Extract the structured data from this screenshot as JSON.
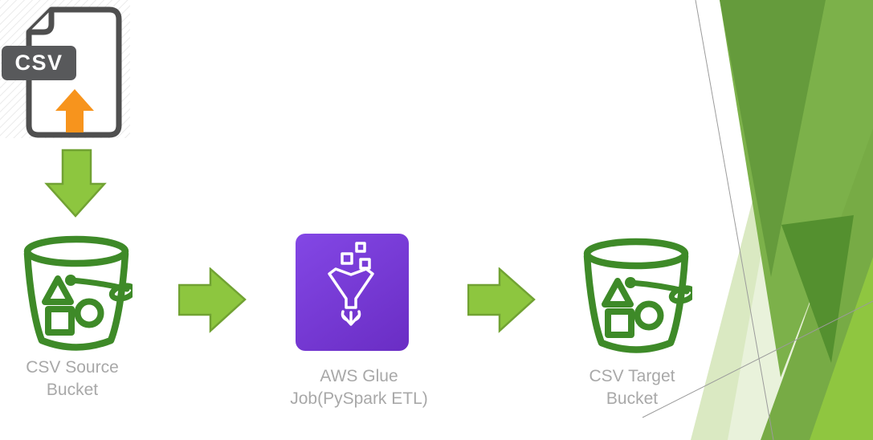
{
  "slide": {
    "type": "aws-etl-flow-diagram",
    "nodes": {
      "csv_file": {
        "badge": "CSV"
      },
      "source_bucket": {
        "line1": "CSV Source",
        "line2": "Bucket"
      },
      "glue_job": {
        "line1": "AWS Glue",
        "line2": "Job(PySpark ETL)"
      },
      "target_bucket": {
        "line1": "CSV Target",
        "line2": "Bucket"
      }
    },
    "icons": {
      "csv_file": "csv-document-with-upload-arrow",
      "upload_arrow": "orange-up-arrow",
      "flow_down": "green-down-arrow",
      "flow_right": "green-right-arrow",
      "source_bucket": "aws-s3-bucket",
      "glue": "aws-glue-funnel",
      "target_bucket": "aws-s3-bucket",
      "decoration": "facet-theme-green-triangles"
    },
    "colors": {
      "arrow_fill": "#8DC63F",
      "arrow_border": "#71A233",
      "bucket_green": "#3E8A28",
      "glue_gradient_start": "#8347E5",
      "glue_gradient_end": "#6A2DC4",
      "upload_orange": "#F7941D",
      "label_gray": "#A8A8A8",
      "document_gray": "#4F4F4F",
      "badge_bg": "#58595B",
      "decor_dark_green": "#659B3C",
      "decor_mid_green": "#77AB45",
      "decor_bright_green": "#8FC640",
      "decor_pale_green": "#DAE9C2",
      "decor_line_gray": "#9B9B9B"
    }
  }
}
